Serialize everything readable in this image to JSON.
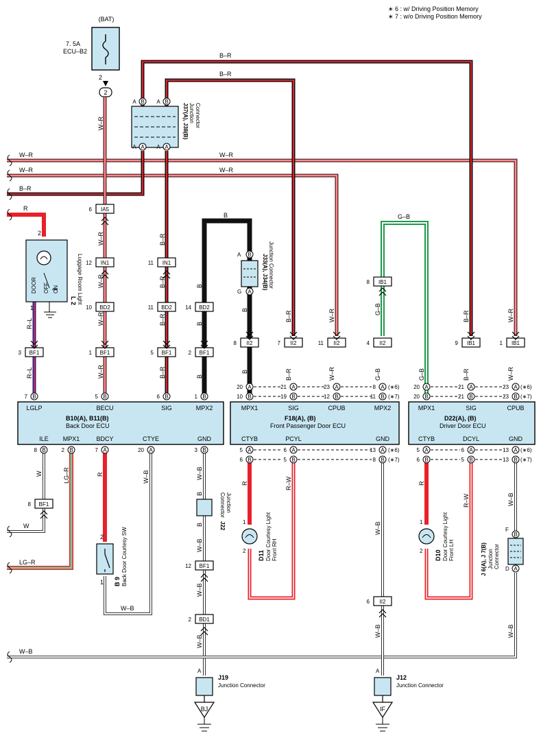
{
  "notes": [
    "∗ 6 : w/ Driving Position Memory",
    "∗ 7 : w/o Driving Position Memory"
  ],
  "colors": {
    "red": "#e8202a",
    "black": "#111111",
    "green": "#1d9a4a",
    "ecu_fill": "#c8e6f2",
    "white_wire": "#ffffff"
  },
  "fuse": {
    "supply": "(BAT)",
    "rating": "7. 5A",
    "name": "ECU–B2",
    "pin": "2"
  },
  "luggage_light": {
    "code": "L 2",
    "name": "Luggage Room Light",
    "switch": [
      "DOOR",
      "OFF",
      "ON"
    ],
    "pin_top": "2",
    "pin_bottom": "1"
  },
  "junction_j37": {
    "code": "J37(A), J38(B)",
    "name1": "Junction",
    "name2": "Connector",
    "pins": [
      "A",
      "B",
      "A",
      "B",
      "A",
      "A",
      "A",
      "A"
    ]
  },
  "junction_j33": {
    "code": "J33(A), J34(B)",
    "name": "Junction Connector",
    "pin_a": "A",
    "pin_b": "B",
    "pin_g": "G",
    "pin_a2": "A"
  },
  "junction_j22": {
    "code": "J22",
    "name1": "Junction",
    "name2": "Connector"
  },
  "junction_j6": {
    "code": "J 6(A), J 7(B)",
    "name1": "Junction",
    "name2": "Connector",
    "pin_f": "F",
    "pin_b": "B",
    "pin_d": "D",
    "pin_a": "A"
  },
  "junction_j19": {
    "code": "J19",
    "name": "Junction Connector",
    "pin": "A",
    "ground": "BJ"
  },
  "junction_j12": {
    "code": "J12",
    "name": "Junction Connector",
    "pin": "A",
    "ground": "IF"
  },
  "wire_labels": {
    "wr": "W–R",
    "br": "B–R",
    "r": "R",
    "b": "B",
    "gb": "G–B",
    "rl": "R–L",
    "w": "W",
    "lgr": "LG–R",
    "wb": "W–B",
    "rw": "R–W"
  },
  "connectors": {
    "ia5": {
      "name": "IA5",
      "pin": "6"
    },
    "in1_a": {
      "name": "IN1",
      "pin": "12"
    },
    "in1_b": {
      "name": "IN1",
      "pin": "11"
    },
    "bd2_a": {
      "name": "BD2",
      "pin": "10"
    },
    "bd2_b": {
      "name": "BD2",
      "pin": "11"
    },
    "bd2_c": {
      "name": "BD2",
      "pin": "14"
    },
    "bf1_a": {
      "name": "BF1",
      "pin": "3"
    },
    "bf1_b": {
      "name": "BF1",
      "pin": "1"
    },
    "bf1_c": {
      "name": "BF1",
      "pin": "5"
    },
    "bf1_d": {
      "name": "BF1",
      "pin": "2"
    },
    "bf1_e": {
      "name": "BF1",
      "pin": "8"
    },
    "bf1_f": {
      "name": "BF1",
      "pin": "12"
    },
    "bd1": {
      "name": "BD1",
      "pin": "2"
    },
    "ii2_a": {
      "name": "II2",
      "pin": "8"
    },
    "ii2_b": {
      "name": "II2",
      "pin": "7"
    },
    "ii2_c": {
      "name": "II2",
      "pin": "11"
    },
    "ii2_d": {
      "name": "II2",
      "pin": "4"
    },
    "ii2_e": {
      "name": "II2",
      "pin": "6"
    },
    "ib1_a": {
      "name": "IB1",
      "pin": "8"
    },
    "ib1_b": {
      "name": "IB1",
      "pin": "9"
    },
    "ib1_c": {
      "name": "IB1",
      "pin": "1"
    }
  },
  "ecu_back": {
    "code": "B10(A), B11(B)",
    "name": "Back Door ECU",
    "top": [
      "LGLP",
      "BECU",
      "SIG",
      "MPX2"
    ],
    "bottom": [
      "ILE",
      "MPX1",
      "BDCY",
      "CTYE",
      "GND"
    ],
    "top_pins": [
      {
        "n": "7",
        "l": "B"
      },
      {
        "n": "5",
        "l": "B"
      },
      {
        "n": "6",
        "l": "B"
      },
      {
        "n": "1",
        "l": "B"
      }
    ],
    "bottom_pins": [
      {
        "n": "8",
        "l": "B"
      },
      {
        "n": "2",
        "l": "B"
      },
      {
        "n": "7",
        "l": "A"
      },
      {
        "n": "20",
        "l": "A"
      },
      {
        "n": "3",
        "l": "B"
      }
    ]
  },
  "ecu_front": {
    "code": "F18(A), (B)",
    "name": "Front Passenger Door ECU",
    "top": [
      "MPX1",
      "SIG",
      "CPUB",
      "MPX2"
    ],
    "bottom": [
      "CTYB",
      "PCYL",
      "GND"
    ],
    "top_rows": [
      [
        "20",
        "A",
        "21",
        "A",
        "23",
        "A",
        "8",
        "A",
        "(∗6)"
      ],
      [
        "10",
        "B",
        "19",
        "B",
        "12",
        "B",
        "11",
        "B",
        "(∗7)"
      ]
    ],
    "bottom_rows": [
      [
        "5",
        "A",
        "6",
        "A",
        "13",
        "A",
        "(∗6)"
      ],
      [
        "6",
        "B",
        "5",
        "B",
        "8",
        "B",
        "(∗7)"
      ]
    ]
  },
  "ecu_driver": {
    "code": "D22(A), (B)",
    "name": "Driver Door ECU",
    "top": [
      "MPX1",
      "SIG",
      "CPUB"
    ],
    "bottom": [
      "CTYB",
      "DCYL",
      "GND"
    ],
    "top_rows": [
      [
        "20",
        "A",
        "21",
        "A",
        "23",
        "A",
        "(∗6)"
      ],
      [
        "20",
        "B",
        "21",
        "B",
        "23",
        "B",
        "(∗7)"
      ]
    ],
    "bottom_rows": [
      [
        "5",
        "A",
        "6",
        "A",
        "13",
        "A",
        "(∗6)"
      ],
      [
        "6",
        "B",
        "5",
        "B",
        "13",
        "B",
        "(∗7)"
      ]
    ]
  },
  "d11": {
    "code": "D11",
    "name1": "Door Courtesy Light",
    "name2": "Front RH",
    "pin1": "1",
    "pin2": "2"
  },
  "d10": {
    "code": "D10",
    "name1": "Door Courtesy Light",
    "name2": "Front LH",
    "pin1": "1",
    "pin2": "2"
  },
  "b9": {
    "code": "B 9",
    "name": "Back Door Courtesy SW",
    "pin2": "2",
    "pin1": "1"
  }
}
